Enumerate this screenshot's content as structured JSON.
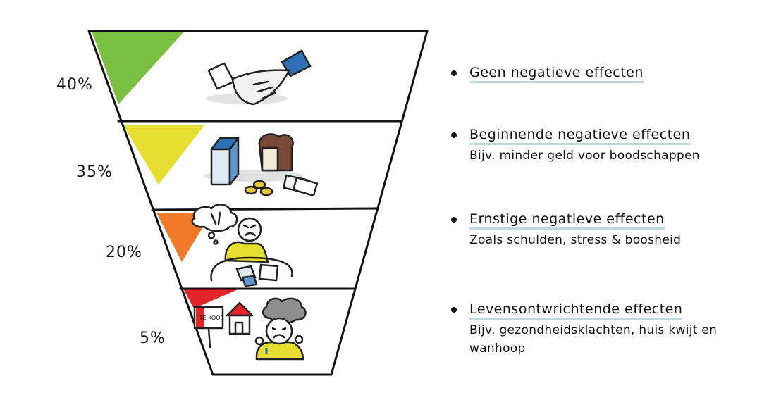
{
  "tiers": [
    {
      "percent": "40%",
      "color": "#7ac143",
      "heading": "Geen negatieve effecten",
      "detail": "",
      "icon": "handshake-icon"
    },
    {
      "percent": "35%",
      "color": "#e6df2f",
      "heading": "Beginnende negatieve effecten",
      "detail": "Bijv. minder geld voor boodschappen",
      "icon": "groceries-icon"
    },
    {
      "percent": "20%",
      "color": "#f07a2a",
      "heading": "Ernstige negatieve effecten",
      "detail": "Zoals schulden, stress & boosheid",
      "icon": "stressed-person-icon"
    },
    {
      "percent": "5%",
      "color": "#e3242b",
      "heading": "Levensontwrichtende effecten",
      "detail": "Bijv. gezondheidsklachten, huis kwijt en wanhoop",
      "icon": "house-for-sale-icon",
      "sign_text": "TE KOOP"
    }
  ]
}
